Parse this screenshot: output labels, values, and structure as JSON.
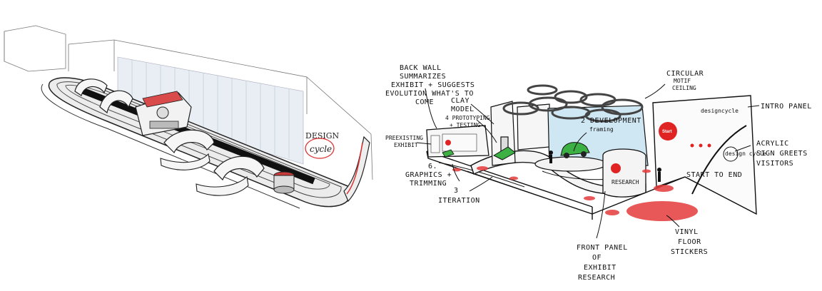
{
  "left_sketch": {
    "logo_top": "DESIGN",
    "logo_bottom": "cycle"
  },
  "right_sketch": {
    "back_wall_lines": [
      "BACK WALL",
      "SUMMARIZES",
      "EXHIBIT + SUGGESTS",
      "EVOLUTION WHAT'S TO",
      "COME"
    ],
    "clay_model_lines": [
      "CLAY",
      "MODEL"
    ],
    "prototyping_lines": [
      "4 PROTOTYPING",
      "+ TESTING"
    ],
    "preexisting_lines": [
      "PREEXISTING",
      "EXHIBIT"
    ],
    "graphics_lines": [
      "6.",
      "GRAPHICS +",
      "TRIMMING"
    ],
    "iteration_lines": [
      "3",
      "ITERATION"
    ],
    "development_lines": [
      "2 DEVELOPMENT",
      "framing"
    ],
    "circular_lines": [
      "CIRCULAR",
      "MOTIF",
      "CEILING"
    ],
    "intro_panel": "INTRO PANEL",
    "acrylic_lines": [
      "ACRYLIC",
      "SIGN GREETS",
      "VISITORS"
    ],
    "start_to_end": "START TO END",
    "vinyl_lines": [
      "VINYL",
      "FLOOR",
      "STICKERS"
    ],
    "front_panel_lines": [
      "FRONT PANEL",
      "OF",
      "EXHIBIT",
      "RESEARCH"
    ],
    "research_label": "RESEARCH",
    "start_badge": "Start",
    "panel_logo": "designcycle",
    "sign_logo": "design cycle"
  },
  "colors": {
    "ink": "#111111",
    "accent_red": "#e02424",
    "glass_blue": "#cfe6f3",
    "floor_grey": "#8a8a8a"
  }
}
